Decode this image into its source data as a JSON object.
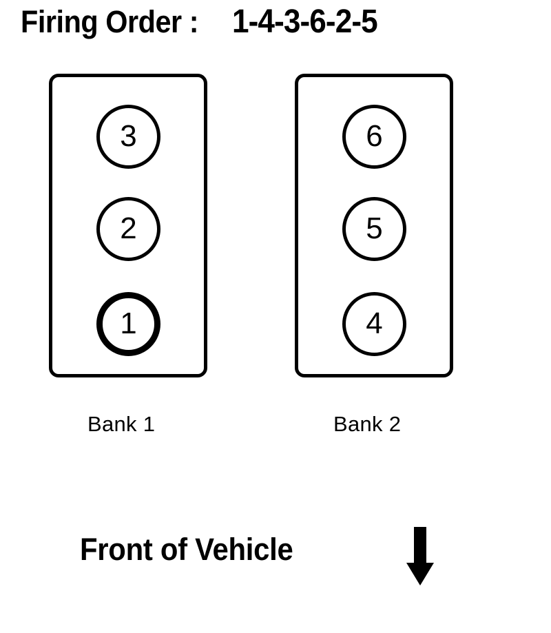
{
  "title": {
    "label": "Firing Order :",
    "sequence": "1-4-3-6-2-5"
  },
  "banks": [
    {
      "id": "bank-1",
      "caption": "Bank 1",
      "cylinders": [
        {
          "number": "3",
          "highlighted": false
        },
        {
          "number": "2",
          "highlighted": false
        },
        {
          "number": "1",
          "highlighted": true
        }
      ]
    },
    {
      "id": "bank-2",
      "caption": "Bank 2",
      "cylinders": [
        {
          "number": "6",
          "highlighted": false
        },
        {
          "number": "5",
          "highlighted": false
        },
        {
          "number": "4",
          "highlighted": false
        }
      ]
    }
  ],
  "orientation": {
    "label": "Front of Vehicle",
    "arrow_icon": "arrow-down-icon",
    "arrow_direction": "down"
  },
  "colors": {
    "background": "#ffffff",
    "stroke": "#000000",
    "text": "#000000"
  }
}
